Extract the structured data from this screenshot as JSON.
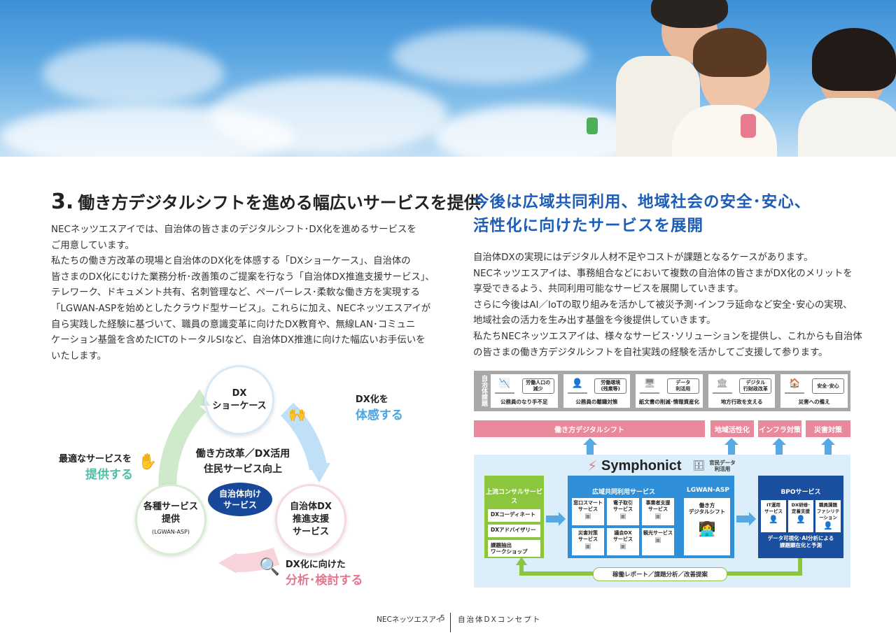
{
  "heading": {
    "number": "3.",
    "title": "働き方デジタルシフトを進める幅広いサービスを提供"
  },
  "left_paragraph": "NECネッツエスアイでは、自治体の皆さまのデジタルシフト･DX化を進めるサービスを\nご用意しています。\n私たちの働き方改革の現場と自治体のDX化を体感する「DXショーケース」、自治体の\n皆さまのDX化にむけた業務分析･改善策のご提案を行なう「自治体DX推進支援サービス」、\nテレワーク、ドキュメント共有、名刺管理など、ペーパーレス･柔軟な働き方を実現する\n「LGWAN-ASPを始めとしたクラウド型サービス」。これらに加え、NECネッツエスアイが\n自ら実践した経験に基づいて、職員の意識変革に向けたDX教育や、無線LAN･コミュニ\nケーション基盤を含めたICTのトータルSIなど、自治体DX推進に向けた幅広いお手伝いを\nいたします。",
  "cycle": {
    "top": "DX\nショーケース",
    "right": "自治体DX\n推進支援\nサービス",
    "left_main": "各種サービス\n提供",
    "left_sub": "(LGWAN-ASP)",
    "center_line1": "働き方改革／DX活用",
    "center_line2": "住民サービス向上",
    "center_badge": "自治体向け\nサービス",
    "label_tr_small": "DX化を",
    "label_tr_big": "体感する",
    "label_l_small": "最適なサービスを",
    "label_l_big": "提供する",
    "label_br_small": "DX化に向けた",
    "label_br_big": "分析･検討する"
  },
  "right_title": "今後は広域共同利用、地域社会の安全･安心、\n活性化に向けたサービスを展開",
  "right_paragraph": "自治体DXの実現にはデジタル人材不足やコストが課題となるケースがあります。\nNECネッツエスアイは、事務組合などにおいて複数の自治体の皆さまがDX化のメリットを\n享受できるよう、共同利用可能なサービスを展開していきます。\nさらに今後はAI／IoTの取り組みを活かして被災予測･インフラ延命など安全･安心の実現、\n地域社会の活力を生み出す基盤を今後提供していきます。\n私たちNECネッツエスアイは、様々なサービス･ソリューションを提供し、これからも自治体\nの皆さまの働き方デジタルシフトを自社実践の経験を活かしてご支援して参ります。",
  "diagram": {
    "side_label": "自治体課題",
    "issues": [
      {
        "tag": "労働人口の\n減少",
        "caption": "公務員のなり手不足"
      },
      {
        "tag": "労働環境\n(残業等)",
        "caption": "公務員の離職対策"
      },
      {
        "tag": "データ\n利活用",
        "caption": "紙文書の削減･情報資産化"
      },
      {
        "tag": "デジタル\n行財政改革",
        "caption": "地方行政を支える"
      },
      {
        "tag": "安全･安心",
        "caption": "災害への備え"
      }
    ],
    "bands": [
      "働き方デジタルシフト",
      "地域活性化",
      "インフラ対策",
      "災害対策"
    ],
    "brand": "Symphonict",
    "brand_note": "官民データ\n利活用",
    "consult_title": "上流コンサルサービス",
    "consult_items": [
      "DXコーディネート",
      "DXアドバイザリー",
      "課題抽出\nワークショップ"
    ],
    "wide_title": "広域共同利用サービス",
    "wide_items": [
      "窓口スマート\nサービス",
      "電子取引\nサービス",
      "事業者支援\nサービス",
      "災害対策\nサービス",
      "議会DX\nサービス",
      "観光サービス"
    ],
    "lgwan_title": "LGWAN-ASP",
    "lgwan_item": "働き方\nデジタルシフト",
    "bpo_title": "BPOサービス",
    "bpo_items": [
      "IT運用\nサービス",
      "DX研修･\n定着支援",
      "職員課題\nファシリテーション"
    ],
    "bpo_note": "データ可視化･AI分析による\n課題顕在化と予測",
    "loop_label": "稼働レポート／課題分析／改善提案"
  },
  "footer": {
    "company": "NECネッツエスアイ",
    "page": "5",
    "section": "自治体DXコンセプト"
  },
  "colors": {
    "blue_title": "#1b5db8",
    "pink": "#e5788f",
    "green": "#8cc63f",
    "blue": "#2f8fd8",
    "navy": "#1a4fa0"
  }
}
